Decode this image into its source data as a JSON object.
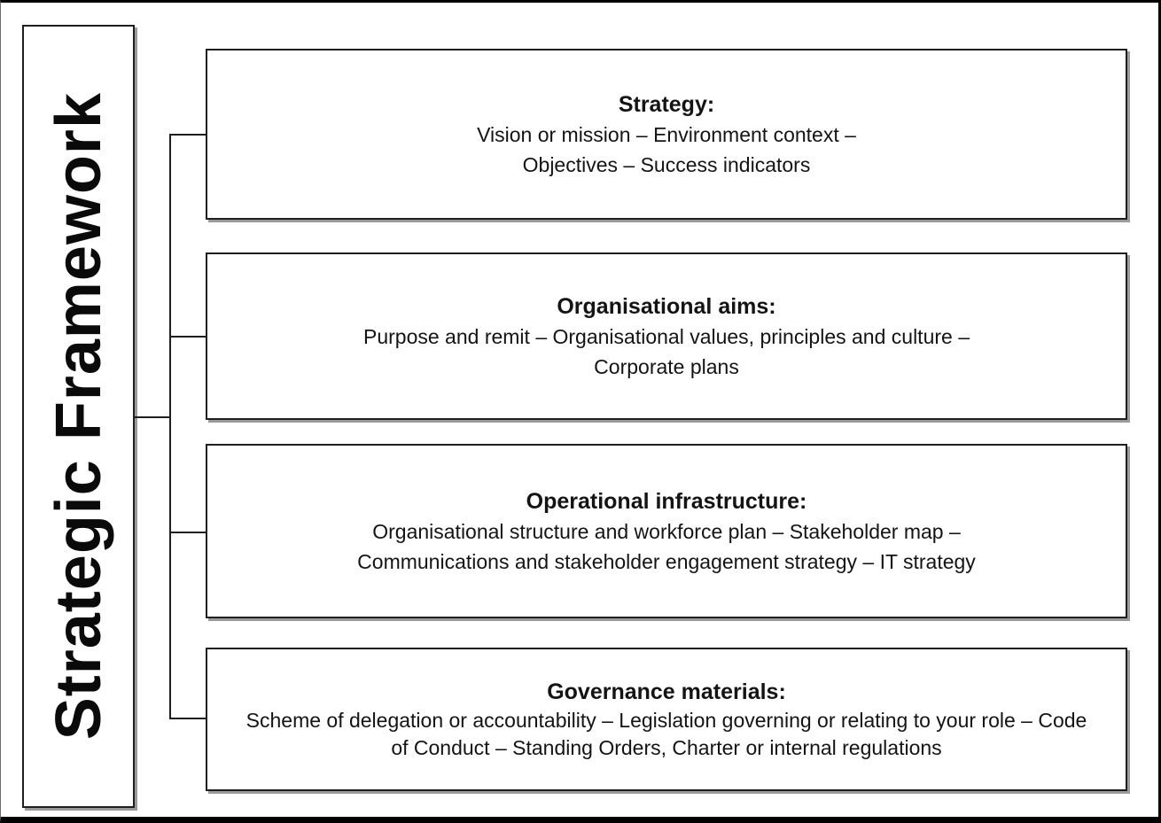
{
  "sidebar": {
    "title": "Strategic Framework"
  },
  "boxes": [
    {
      "heading": "Strategy:",
      "lines": [
        "Vision or mission – Environment context –",
        "Objectives – Success indicators"
      ]
    },
    {
      "heading": "Organisational aims:",
      "lines": [
        "Purpose and remit – Organisational values, principles and culture –",
        "Corporate plans"
      ]
    },
    {
      "heading": "Operational infrastructure:",
      "lines": [
        "Organisational structure and workforce plan – Stakeholder map –",
        "Communications and stakeholder engagement strategy – IT strategy"
      ]
    },
    {
      "heading": "Governance materials:",
      "lines": [
        "Scheme of delegation or accountability – Legislation governing or relating to your role – Code",
        "of Conduct – Standing Orders, Charter or internal regulations"
      ]
    }
  ],
  "colors": {
    "line": "#1f1f1f",
    "text": "#141414",
    "shadow": "#9b9b9b",
    "frame": "#000000",
    "bg": "#ffffff"
  }
}
